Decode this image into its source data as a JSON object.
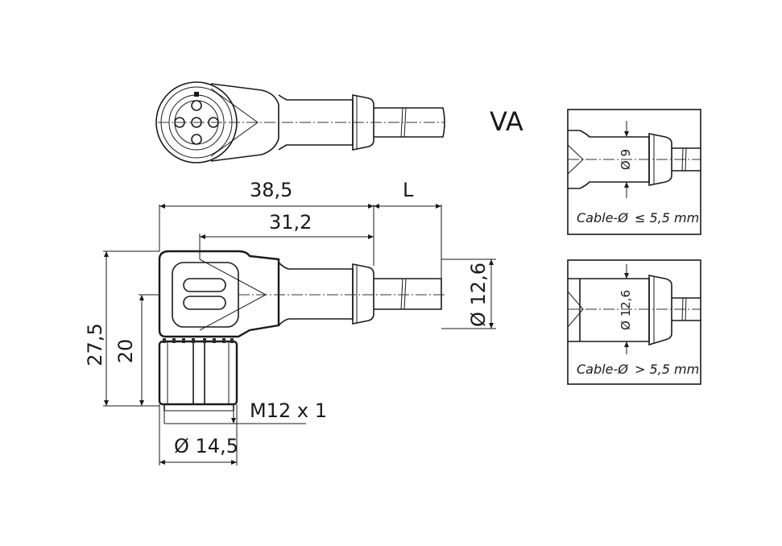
{
  "variant": "VA",
  "top_view": {
    "dim_total_length": "38,5",
    "dim_cable_length": "L",
    "dim_body_length": "31,2",
    "dim_height": "27,5",
    "dim_nut_height": "20",
    "dim_cable_diameter": "Ø 12,6",
    "dim_thread": "M12 x 1",
    "dim_nut_diameter": "Ø 14,5"
  },
  "detail_small_cable": {
    "diameter": "Ø 9",
    "cable_label": "Cable-Ø",
    "condition": "≤ 5,5 mm"
  },
  "detail_large_cable": {
    "diameter": "Ø 12,6",
    "cable_label": "Cable-Ø",
    "condition": "> 5,5 mm"
  }
}
